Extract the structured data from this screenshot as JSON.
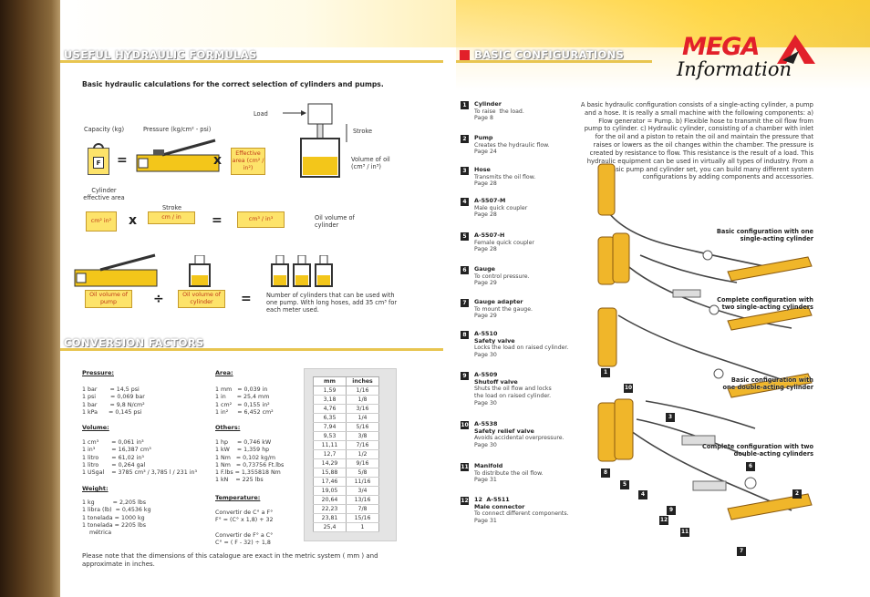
{
  "logo": {
    "mega": "MEGA",
    "info": "Information"
  },
  "left": {
    "formulas_title": "USEFUL HYDRAULIC FORMULAS",
    "subtitle": "Basic hydraulic calculations for the correct selection of cylinders and pumps.",
    "load": "Load",
    "stroke": "Stroke",
    "capacity": "Capacity (kg)",
    "pressure": "Pressure (kg/cm² - psi)",
    "effective_area": "Effective area (cm² / in²)",
    "volume_oil": "Volume of oil (cm³ / in³)",
    "f_label": "F",
    "cyl_eff_area": "Cylinder effective area",
    "stroke2": "Stroke",
    "cm2_in2": "cm² in²",
    "cm_in": "cm / in",
    "cm3_in3": "cm³ / in³",
    "oil_vol_cyl": "Oil volume of cylinder",
    "oil_vol_pump": "Oil volume of pump",
    "oil_vol_cyl2": "Oil volume of cylinder",
    "num_cyl_note": "Number of cylinders that can be used with one pump. With long hoses, add 35 cm³ for each meter used.",
    "eq": "=",
    "x": "x",
    "div": "÷",
    "conversion_title": "CONVERSION FACTORS",
    "pressure_h": "Pressure:",
    "pressure_txt": "1 bar       = 14,5 psi\n1 psi        = 0,069 bar\n1 bar       = 9,8 N/cm²\n1 kPa      = 0,145 psi",
    "volume_h": "Volume:",
    "volume_txt": "1 cm³       = 0,061 in³\n1 in³         = 16,387 cm³\n1 litro       = 61,02 in³\n1 litro       = 0,264 gal\n1 USgal    = 3785 cm³ / 3,785 l / 231 in³",
    "weight_h": "Weight:",
    "weight_txt": "1 kg          = 2,205 lbs\n1 libra (lb)  = 0,4536 kg\n1 tonelada = 1000 kg\n1 tonelada = 2205 lbs\n    métrica",
    "area_h": "Area:",
    "area_txt": "1 mm   = 0,039 in\n1 in      = 25,4 mm\n1 cm²   = 0,155 in²\n1 in²     = 6,452 cm²",
    "others_h": "Others:",
    "others_txt": "1 hp     = 0,746 kW\n1 kW    = 1,359 hp\n1 Nm   = 0,102 kg/m\n1 Nm   = 0,73756 Ft.lbs\n1 F.lbs = 1,355818 Nm\n1 kN    = 225 lbs",
    "temp_h": "Temperature:",
    "temp_txt": "Convertir de C° a F°\nF° = (C° x 1,8) + 32\n\nConvertir de F° a C°\nC° = ( F - 32) ÷ 1,8",
    "table": {
      "head": [
        "mm",
        "inches"
      ],
      "rows": [
        [
          "1,59",
          "1/16"
        ],
        [
          "3,18",
          "1/8"
        ],
        [
          "4,76",
          "3/16"
        ],
        [
          "6,35",
          "1/4"
        ],
        [
          "7,94",
          "5/16"
        ],
        [
          "9,53",
          "3/8"
        ],
        [
          "11,11",
          "7/16"
        ],
        [
          "12,7",
          "1/2"
        ],
        [
          "14,29",
          "9/16"
        ],
        [
          "15,88",
          "5/8"
        ],
        [
          "17,46",
          "11/16"
        ],
        [
          "19,05",
          "3/4"
        ],
        [
          "20,64",
          "13/16"
        ],
        [
          "22,23",
          "7/8"
        ],
        [
          "23,81",
          "15/16"
        ],
        [
          "25,4",
          "1"
        ]
      ]
    },
    "note": "Please note that the dimensions of this catalogue are exact in the metric system ( mm ) and approximate in inches."
  },
  "right": {
    "title": "BASIC CONFIGURATIONS",
    "items": [
      {
        "n": "1",
        "title": "Cylinder",
        "desc": "To raise  the load.\nPage 8"
      },
      {
        "n": "2",
        "title": "Pump",
        "desc": "Creates the hydraulic flow.\nPage 24"
      },
      {
        "n": "3",
        "title": "Hose",
        "desc": "Transmits the oil flow.\nPage 28"
      },
      {
        "n": "4",
        "title": "A-5507-M",
        "desc": "Male quick coupler\nPage 28"
      },
      {
        "n": "5",
        "title": "A-5507-H",
        "desc": "Female quick coupler\nPage 28"
      },
      {
        "n": "6",
        "title": "Gauge",
        "desc": "To control pressure.\nPage 29"
      },
      {
        "n": "7",
        "title": "Gauge adapter",
        "desc": "To mount the gauge.\nPage 29"
      },
      {
        "n": "8",
        "title": "A-5510\nSafety valve",
        "desc": "Locks the load on raised cylinder.\nPage 30"
      },
      {
        "n": "9",
        "title": "A-5509\nShutoff valve",
        "desc": "Shuts the oil flow and locks\nthe load on raised cylinder.\nPage 30"
      },
      {
        "n": "10",
        "title": "A-5538\nSafety relief valve",
        "desc": "Avoids accidental overpressure.\nPage 30"
      },
      {
        "n": "11",
        "title": "Manifold",
        "desc": "To distribute the oil flow.\nPage 31"
      },
      {
        "n": "12",
        "title": "12  A-5511\nMale connector",
        "desc": "To connect different components.\nPage 31"
      }
    ],
    "paragraph": "A basic hydraulic configuration consists of a single-acting cylinder, a pump and a hose. It is really a small machine  with the following components: a) Flow generator = Pump. b) Flexible hose to transmit the oil flow from pump to  cylinder. c) Hydraulic cylinder, consisting of a chamber with inlet  for the oil and a piston to retain the oil and maintain the pressure that raises  or lowers as the oil changes within the chamber. The pressure is created by resistance to flow. This resistance is the result of a load. This hydraulic equipment can be used in virtually all types of industry. From a basic pump and cylinder set, you can build many different system configurations by adding components and accessories.",
    "cap1": "Basic configuration with one\nsingle-acting cylinder",
    "cap2": "Complete configuration with\ntwo single-acting cylinders",
    "cap3": "Basic configuration with\none double-acting cylinder",
    "cap4": "Complete configuration with two\ndouble-acting cylinders",
    "tags": [
      "1",
      "10",
      "3",
      "8",
      "5",
      "4",
      "9",
      "12",
      "11",
      "7",
      "6",
      "2"
    ]
  }
}
